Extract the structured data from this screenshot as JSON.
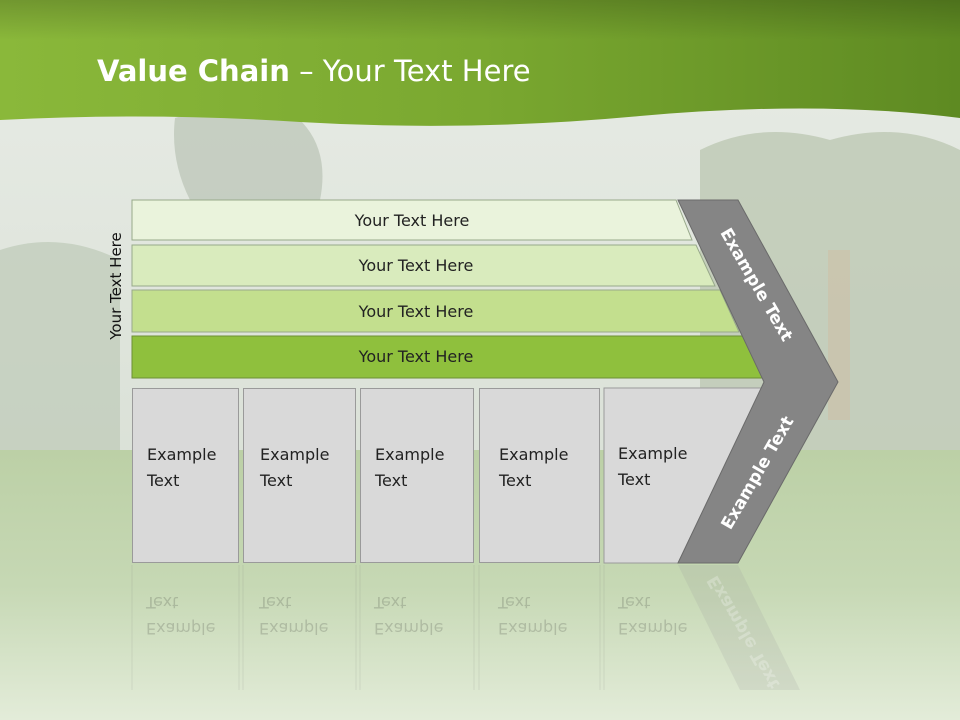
{
  "slide": {
    "title_bold": "Value Chain",
    "title_rest": " – Your Text Here",
    "side_label": "Your Text Here",
    "tiers": [
      {
        "label": "Your Text Here"
      },
      {
        "label": "Your Text Here"
      },
      {
        "label": "Your Text Here"
      },
      {
        "label": "Your Text Here"
      }
    ],
    "boxes": [
      {
        "line1": "Example",
        "line2": "Text"
      },
      {
        "line1": "Example",
        "line2": "Text"
      },
      {
        "line1": "Example",
        "line2": "Text"
      },
      {
        "line1": "Example",
        "line2": "Text"
      },
      {
        "line1": "Example",
        "line2": "Text"
      }
    ],
    "chevron_upper_label": "Example Text",
    "chevron_lower_label": "Example Text"
  },
  "colors": {
    "header_green": "#7fae2e",
    "tier_1": "#eaf3dc",
    "tier_2": "#d9ebbd",
    "tier_3": "#c3df8e",
    "tier_4": "#8fc03d",
    "box_fill": "#d9d9d9",
    "chevron_fill": "#858585"
  }
}
